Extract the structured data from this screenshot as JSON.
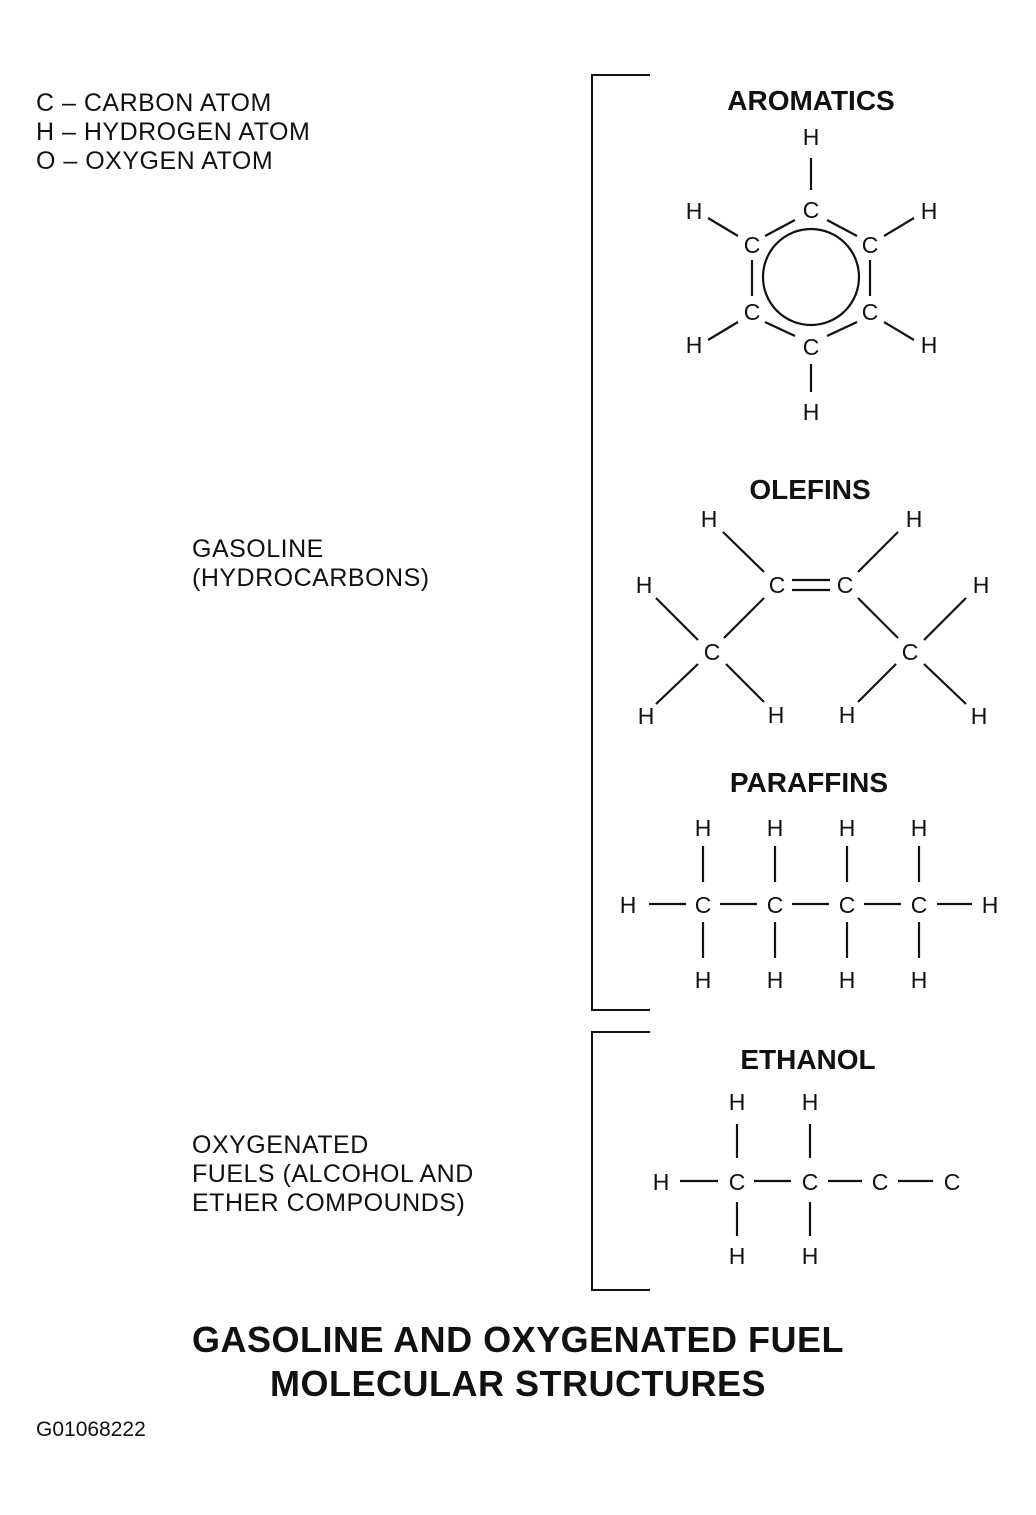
{
  "legend": {
    "items": [
      "C – CARBON ATOM",
      "H – HYDROGEN ATOM",
      "O – OXYGEN ATOM"
    ]
  },
  "groups": {
    "gasoline": [
      "GASOLINE",
      "(HYDROCARBONS)"
    ],
    "oxygenated": [
      "OXYGENATED",
      "FUELS (ALCOHOL AND",
      "ETHER COMPOUNDS)"
    ]
  },
  "molecules": {
    "aromatics": "AROMATICS",
    "olefins": "OLEFINS",
    "paraffins": "PARAFFINS",
    "ethanol": "ETHANOL"
  },
  "atoms": {
    "carbon": "C",
    "hydrogen": "H"
  },
  "title": [
    "GASOLINE AND OXYGENATED FUEL",
    "MOLECULAR STRUCTURES"
  ],
  "figure_id": "G01068222"
}
